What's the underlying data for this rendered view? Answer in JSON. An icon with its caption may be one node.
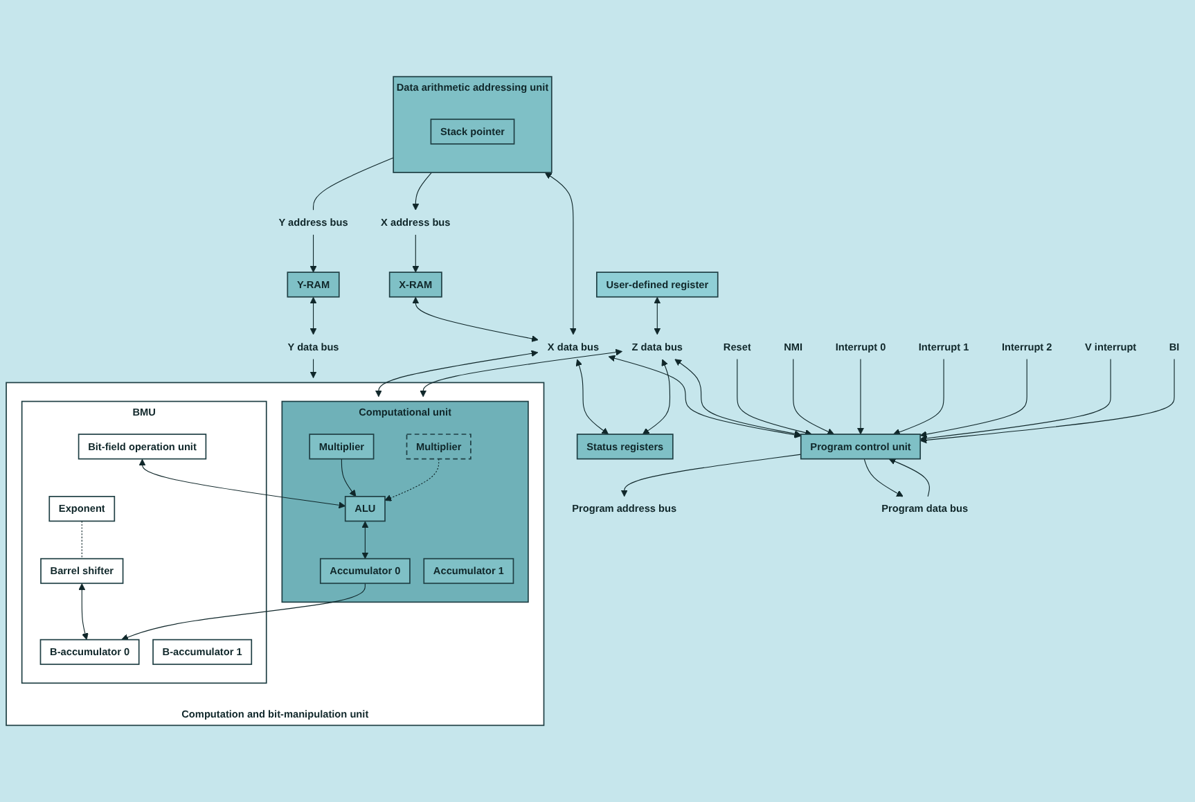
{
  "diagram": {
    "nodes": [
      {
        "text": [
          "Y-RAM"
        ]
      },
      {
        "text": [
          "X-RAM"
        ]
      },
      {
        "text": [
          "Data arithmetic addressing unit"
        ]
      },
      {
        "text": [
          "Stack pointer"
        ],
        "in": 2
      },
      {
        "text": [
          "User-defined register"
        ]
      },
      {
        "text": [
          "Computation and bit-manipulation unit"
        ]
      },
      {
        "text": [
          "BMU"
        ],
        "in": 5
      },
      {
        "text": [
          "Exponent"
        ],
        "in": 6
      },
      {
        "text": [
          "Barrel shifter"
        ],
        "in": 6
      },
      {
        "text": [
          "Bit-field operation unit"
        ],
        "in": 6
      },
      {
        "text": [
          "B-accumulator 0"
        ],
        "in": 6
      },
      {
        "text": [
          "B-accumulator 1"
        ],
        "in": 6
      },
      {
        "text": [
          "Computational unit"
        ],
        "in": 5
      },
      {
        "text": [
          "Multiplier"
        ],
        "in": 12
      },
      {
        "text": [
          "Multiplier"
        ],
        "in": 12
      },
      {
        "text": [
          "ALU"
        ],
        "in": 12
      },
      {
        "text": [
          "Accumulator 0"
        ],
        "in": 12
      },
      {
        "text": [
          "Accumulator 1"
        ],
        "in": 12
      },
      {
        "text": [
          "Status registers"
        ]
      },
      {
        "text": [
          "Program control unit"
        ]
      },
      {
        "text": [
          "Y address bus"
        ]
      },
      {
        "text": [
          "X address bus"
        ]
      },
      {
        "text": [
          "Y data bus"
        ]
      },
      {
        "text": [
          "X data bus"
        ]
      },
      {
        "text": [
          "Z data bus"
        ]
      },
      {
        "text": [
          "Program address bus"
        ]
      },
      {
        "text": [
          "Program data bus"
        ]
      },
      {
        "text": [
          "Reset"
        ]
      },
      {
        "text": [
          "NMI"
        ]
      },
      {
        "text": [
          "Interrupt 0"
        ]
      },
      {
        "text": [
          "Interrupt 1"
        ]
      },
      {
        "text": [
          "Interrupt 2"
        ]
      },
      {
        "text": [
          "V interrupt"
        ]
      },
      {
        "text": [
          "BI"
        ]
      }
    ],
    "edges": [
      {
        "from": 2,
        "to": 20,
        "arrow": "none"
      },
      {
        "from": 20,
        "to": 0,
        "arrow": "to"
      },
      {
        "from": 2,
        "to": 21,
        "arrow": "to"
      },
      {
        "from": 21,
        "to": 1,
        "arrow": "to"
      },
      {
        "from": 0,
        "to": 22,
        "arrow": "both"
      },
      {
        "from": 1,
        "to": 23,
        "arrow": "both"
      },
      {
        "from": 2,
        "to": 23,
        "arrow": "both"
      },
      {
        "from": 4,
        "to": 24,
        "arrow": "both"
      },
      {
        "from": 22,
        "to": 5,
        "arrow": "to"
      },
      {
        "from": 23,
        "to": 12,
        "arrow": "both"
      },
      {
        "from": 24,
        "to": 12,
        "arrow": "both"
      },
      {
        "from": 23,
        "to": 18,
        "arrow": "both"
      },
      {
        "from": 24,
        "to": 18,
        "arrow": "both"
      },
      {
        "from": 23,
        "to": 19,
        "arrow": "both"
      },
      {
        "from": 24,
        "to": 19,
        "arrow": "both"
      },
      {
        "from": 7,
        "to": 8,
        "arrow": "none",
        "style": "dashed"
      },
      {
        "from": 8,
        "to": 10,
        "arrow": "both"
      },
      {
        "from": 9,
        "to": 15,
        "arrow": "both"
      },
      {
        "from": 13,
        "to": 15,
        "arrow": "to"
      },
      {
        "from": 14,
        "to": 15,
        "arrow": "to",
        "style": "dashed"
      },
      {
        "from": 15,
        "to": 16,
        "arrow": "both"
      },
      {
        "from": 16,
        "to": 10,
        "arrow": "to"
      },
      {
        "from": 27,
        "to": 19,
        "arrow": "to"
      },
      {
        "from": 28,
        "to": 19,
        "arrow": "to"
      },
      {
        "from": 29,
        "to": 19,
        "arrow": "to"
      },
      {
        "from": 30,
        "to": 19,
        "arrow": "to"
      },
      {
        "from": 31,
        "to": 19,
        "arrow": "to"
      },
      {
        "from": 32,
        "to": 19,
        "arrow": "to"
      },
      {
        "from": 33,
        "to": 19,
        "arrow": "to"
      },
      {
        "from": 19,
        "to": 25,
        "arrow": "to"
      },
      {
        "from": 19,
        "to": 26,
        "arrow": "to"
      },
      {
        "from": 26,
        "to": 19,
        "arrow": "to"
      }
    ]
  }
}
